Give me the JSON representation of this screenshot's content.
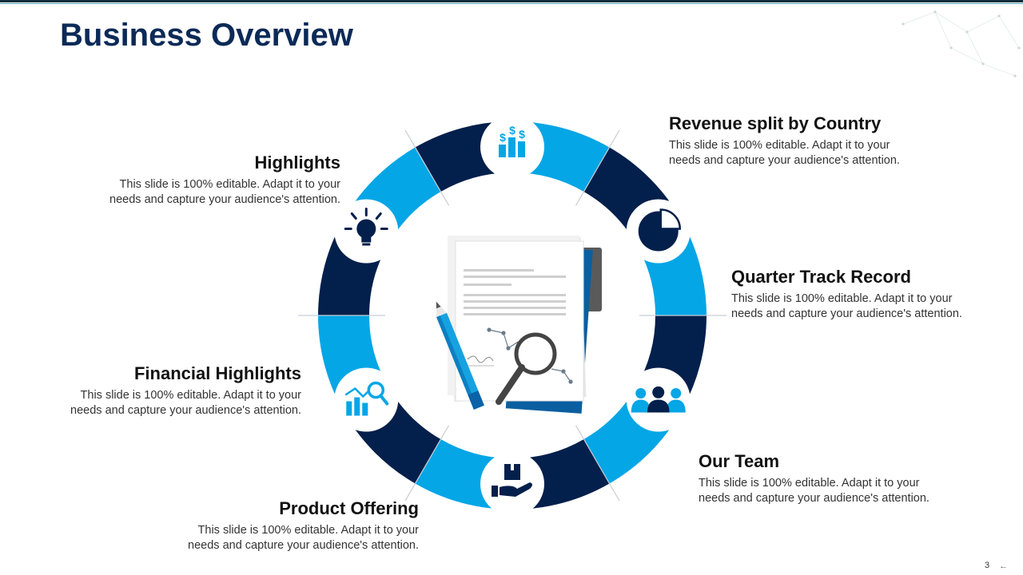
{
  "title": "Business Overview",
  "colors": {
    "dark_navy": "#031f4b",
    "blue": "#05a6e6",
    "title": "#0b2a57"
  },
  "sections": [
    {
      "id": "highlights",
      "heading": "Highlights",
      "body_line1": "This slide is 100% editable. Adapt it to your",
      "body_line2": "needs and capture your audience's attention.",
      "icon": "lightbulb-icon"
    },
    {
      "id": "revenue",
      "heading": "Revenue split by Country",
      "body_line1": "This slide is 100% editable. Adapt it to your",
      "body_line2": "needs and capture your audience's attention.",
      "icon": "bar-chart-dollar-icon"
    },
    {
      "id": "quarter",
      "heading": "Quarter Track Record",
      "body_line1": "This slide is 100% editable. Adapt it to your",
      "body_line2": "needs and capture your audience's attention.",
      "icon": "pie-chart-icon"
    },
    {
      "id": "financial",
      "heading": "Financial Highlights",
      "body_line1": "This slide is 100% editable. Adapt it to your",
      "body_line2": "needs and capture your audience's attention.",
      "icon": "chart-magnifier-icon"
    },
    {
      "id": "team",
      "heading": "Our Team",
      "body_line1": "This slide is 100% editable. Adapt it to your",
      "body_line2": "needs and capture your audience's attention.",
      "icon": "team-icon"
    },
    {
      "id": "product",
      "heading": "Product Offering",
      "body_line1": "This slide is 100% editable. Adapt it to your",
      "body_line2": "needs and capture your audience's attention.",
      "icon": "box-hand-icon"
    }
  ],
  "page_number": "3"
}
